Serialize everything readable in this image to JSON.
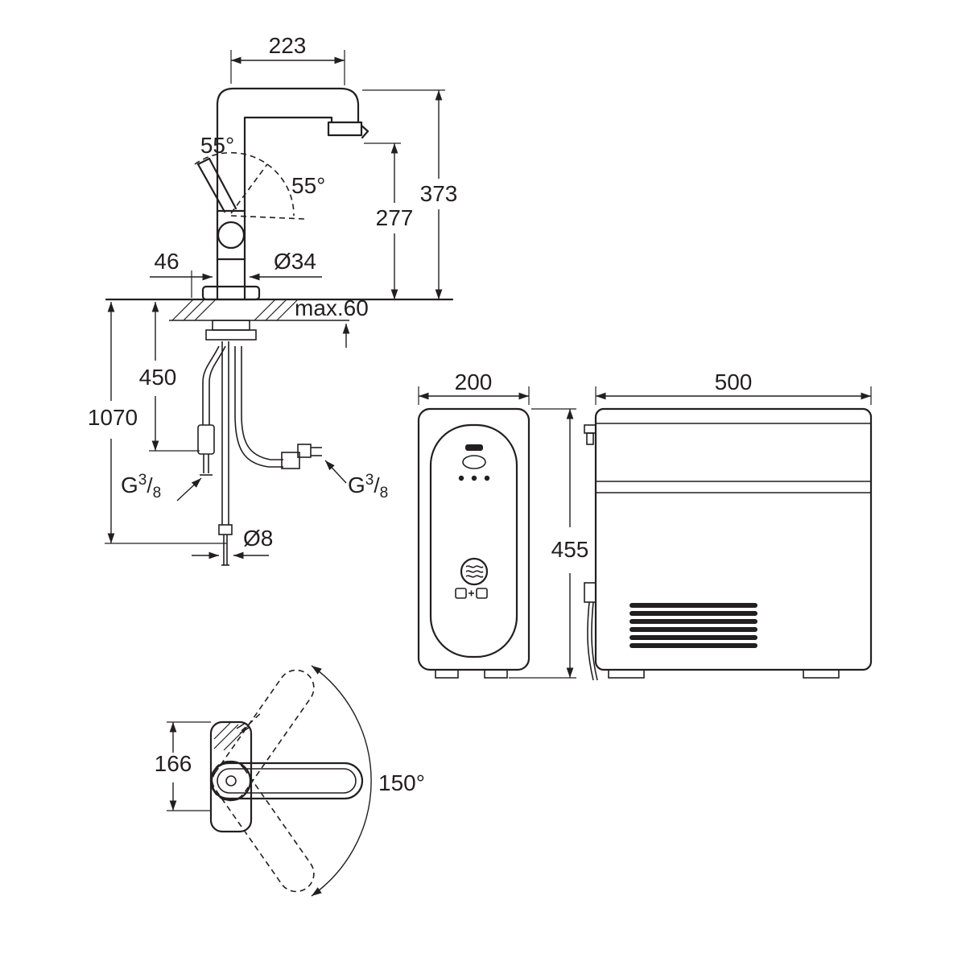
{
  "colors": {
    "line": "#231f20",
    "background": "#ffffff"
  },
  "faucet_front": {
    "dim_spout_reach": "223",
    "angle_left": "55°",
    "angle_right": "55°",
    "dim_height_total": "373",
    "dim_height_outlet": "277",
    "dim_base_offset": "46",
    "dim_body_diameter": "Ø34",
    "dim_counter_thickness": "max.60",
    "dim_hose_length_450": "450",
    "dim_hose_length_1070": "1070",
    "g38_left": {
      "prefix": "G",
      "numerator": "3",
      "separator": "/",
      "denominator": "8"
    },
    "g38_right": {
      "prefix": "G",
      "numerator": "3",
      "separator": "/",
      "denominator": "8"
    },
    "dim_hose_diameter": "Ø8"
  },
  "cooler_front": {
    "dim_width": "200",
    "dim_height": "455"
  },
  "cooler_side": {
    "dim_width": "500"
  },
  "faucet_top": {
    "dim_depth": "166",
    "angle_swivel": "150°"
  },
  "icons": {
    "status_display": "display-icon",
    "status_oval": "button-oval-icon",
    "status_dots": "status-dots-icon",
    "brand_logo": "grohe-blue-logo-icon",
    "filter_plus_cooler": "filter-plus-cooler-icon",
    "vent_grille": "vent-grille-icon"
  }
}
